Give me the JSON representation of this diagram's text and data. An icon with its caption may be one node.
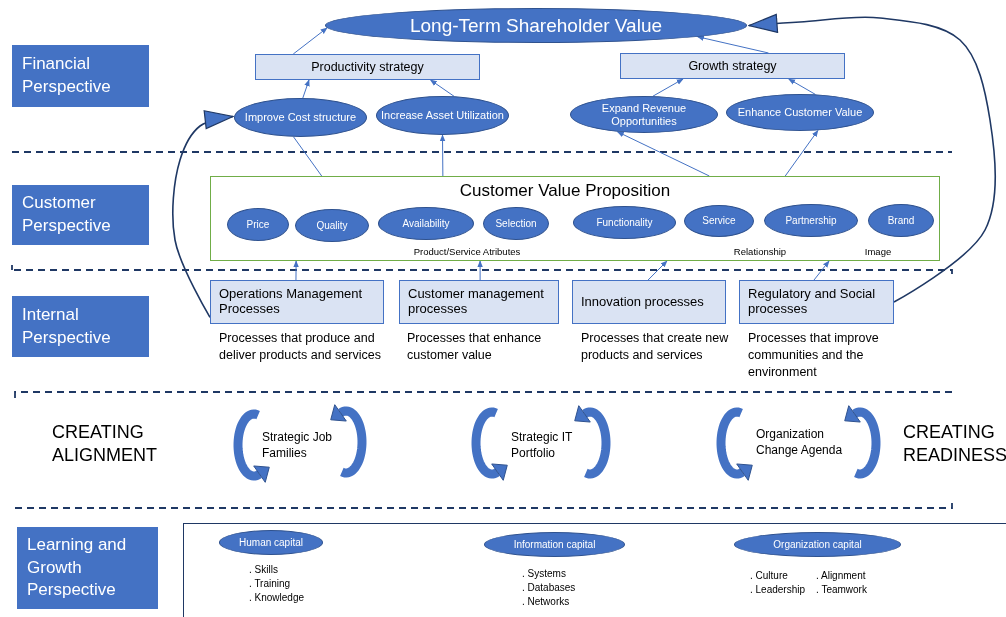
{
  "diagram": {
    "nodes": [
      {
        "text": [
          "Financial Perspective"
        ]
      },
      {
        "text": [
          "Customer Perspective"
        ]
      },
      {
        "text": [
          "Internal Perspective"
        ]
      },
      {
        "text": [
          "Learning and Growth Perspective"
        ]
      },
      {
        "text": [
          "Long-Term Shareholder Value"
        ]
      },
      {
        "text": [
          "Productivity strategy"
        ]
      },
      {
        "text": [
          "Growth strategy"
        ]
      },
      {
        "text": [
          "Improve Cost structure"
        ]
      },
      {
        "text": [
          "Increase Asset Utilization"
        ]
      },
      {
        "text": [
          "Expand Revenue Opportunities"
        ]
      },
      {
        "text": [
          "Enhance Customer Value"
        ]
      },
      {
        "text": [
          "Customer Value Proposition",
          "Product/Service Atributes",
          "Relationship",
          "Image"
        ]
      },
      {
        "text": [
          "Price"
        ],
        "in": 11
      },
      {
        "text": [
          "Quality"
        ],
        "in": 11
      },
      {
        "text": [
          "Availability"
        ],
        "in": 11
      },
      {
        "text": [
          "Selection"
        ],
        "in": 11
      },
      {
        "text": [
          "Functionality"
        ],
        "in": 11
      },
      {
        "text": [
          "Service"
        ],
        "in": 11
      },
      {
        "text": [
          "Partnership"
        ],
        "in": 11
      },
      {
        "text": [
          "Brand"
        ],
        "in": 11
      },
      {
        "text": [
          "Operations Management Processes"
        ],
        "beside": [
          "Processes that produce and deliver products and services"
        ]
      },
      {
        "text": [
          "Customer management processes"
        ],
        "beside": [
          "Processes that enhance customer value"
        ]
      },
      {
        "text": [
          "Innovation processes"
        ],
        "beside": [
          "Processes that create new products and services"
        ]
      },
      {
        "text": [
          "Regulatory and Social processes"
        ],
        "beside": [
          "Processes that improve communities and the environment"
        ]
      },
      {
        "text": [],
        "shape": "box"
      },
      {
        "text": [
          "Human capital"
        ],
        "in": 24,
        "beside": [
          ". Skills",
          ". Training",
          ". Knowledge"
        ]
      },
      {
        "text": [
          "Information capital"
        ],
        "in": 24,
        "beside": [
          ". Systems",
          ". Databases",
          ". Networks"
        ]
      },
      {
        "text": [
          "Organization capital"
        ],
        "in": 24,
        "beside": [
          ". Culture",
          ". Alignment",
          ". Leadership",
          ". Teamwork"
        ]
      }
    ],
    "edges": [
      {
        "from": 5,
        "to": 4,
        "arrow": "to"
      },
      {
        "from": 6,
        "to": 4,
        "arrow": "to"
      },
      {
        "from": 7,
        "to": 5,
        "arrow": "to"
      },
      {
        "from": 8,
        "to": 5,
        "arrow": "to"
      },
      {
        "from": 9,
        "to": 6,
        "arrow": "to"
      },
      {
        "from": 10,
        "to": 6,
        "arrow": "to"
      },
      {
        "from": 11,
        "to": 7,
        "arrow": "none"
      },
      {
        "from": 11,
        "to": 8,
        "arrow": "to"
      },
      {
        "from": 11,
        "to": 9,
        "arrow": "to"
      },
      {
        "from": 11,
        "to": 10,
        "arrow": "to"
      },
      {
        "from": 20,
        "to": 11,
        "arrow": "to"
      },
      {
        "from": 21,
        "to": 11,
        "arrow": "to"
      },
      {
        "from": 22,
        "to": 11,
        "arrow": "to"
      },
      {
        "from": 23,
        "to": 11,
        "arrow": "to"
      },
      {
        "from": 20,
        "to": 7,
        "arrow": "to",
        "color": "#1f3864"
      },
      {
        "from": 23,
        "to": 4,
        "arrow": "to",
        "color": "#1f3864"
      }
    ],
    "labels": [
      "CREATING ALIGNMENT",
      "Strategic Job Families",
      "Strategic IT Portfolio",
      "Organization Change Agenda",
      "CREATING READINESS"
    ]
  }
}
